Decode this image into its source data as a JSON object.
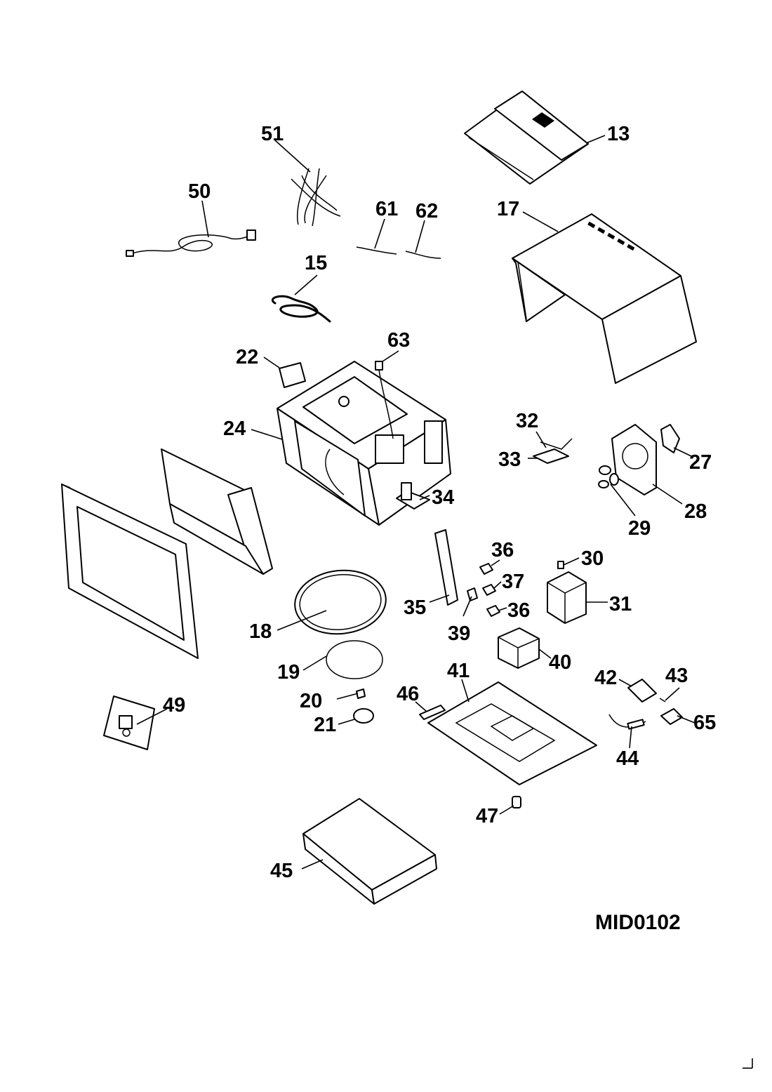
{
  "diagram_code": "MID0102",
  "callouts": [
    {
      "id": "13",
      "text": "13"
    },
    {
      "id": "15",
      "text": "15"
    },
    {
      "id": "17",
      "text": "17"
    },
    {
      "id": "18",
      "text": "18"
    },
    {
      "id": "19",
      "text": "19"
    },
    {
      "id": "20",
      "text": "20"
    },
    {
      "id": "21",
      "text": "21"
    },
    {
      "id": "22",
      "text": "22"
    },
    {
      "id": "24",
      "text": "24"
    },
    {
      "id": "27",
      "text": "27"
    },
    {
      "id": "28",
      "text": "28"
    },
    {
      "id": "29",
      "text": "29"
    },
    {
      "id": "30",
      "text": "30"
    },
    {
      "id": "31",
      "text": "31"
    },
    {
      "id": "32",
      "text": "32"
    },
    {
      "id": "33",
      "text": "33"
    },
    {
      "id": "34",
      "text": "34"
    },
    {
      "id": "35",
      "text": "35"
    },
    {
      "id": "36a",
      "text": "36"
    },
    {
      "id": "36b",
      "text": "36"
    },
    {
      "id": "37",
      "text": "37"
    },
    {
      "id": "39",
      "text": "39"
    },
    {
      "id": "40",
      "text": "40"
    },
    {
      "id": "41",
      "text": "41"
    },
    {
      "id": "42",
      "text": "42"
    },
    {
      "id": "43",
      "text": "43"
    },
    {
      "id": "44",
      "text": "44"
    },
    {
      "id": "45",
      "text": "45"
    },
    {
      "id": "46",
      "text": "46"
    },
    {
      "id": "47",
      "text": "47"
    },
    {
      "id": "49",
      "text": "49"
    },
    {
      "id": "50",
      "text": "50"
    },
    {
      "id": "51",
      "text": "51"
    },
    {
      "id": "61",
      "text": "61"
    },
    {
      "id": "62",
      "text": "62"
    },
    {
      "id": "63",
      "text": "63"
    },
    {
      "id": "65",
      "text": "65"
    }
  ]
}
